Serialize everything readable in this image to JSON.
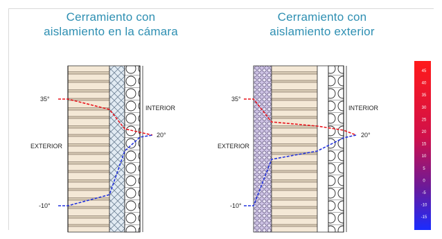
{
  "panels": [
    {
      "title_line1": "Cerramiento con",
      "title_line2": "aislamiento en la cámara",
      "exterior_label": "EXTERIOR",
      "interior_label": "INTERIOR",
      "hot_label": "35°",
      "cold_label": "-10°",
      "indoor_label": "20°"
    },
    {
      "title_line1": "Cerramiento con",
      "title_line2": "aislamiento exterior",
      "exterior_label": "EXTERIOR",
      "interior_label": "INTERIOR",
      "hot_label": "35°",
      "cold_label": "-10°",
      "indoor_label": "20°"
    }
  ],
  "color_scale": {
    "values": [
      "45",
      "40",
      "35",
      "30",
      "25",
      "20",
      "15",
      "10",
      "5",
      "0",
      "-5",
      "-10",
      "-15"
    ]
  },
  "colors": {
    "title": "#2e8fb2",
    "summer_line": "#e8141c",
    "winter_line": "#2233dd",
    "brick": "#f2e6d4",
    "insulation_cavity": "#dfe9f2",
    "insulation_exterior": "#c9bfe3"
  }
}
